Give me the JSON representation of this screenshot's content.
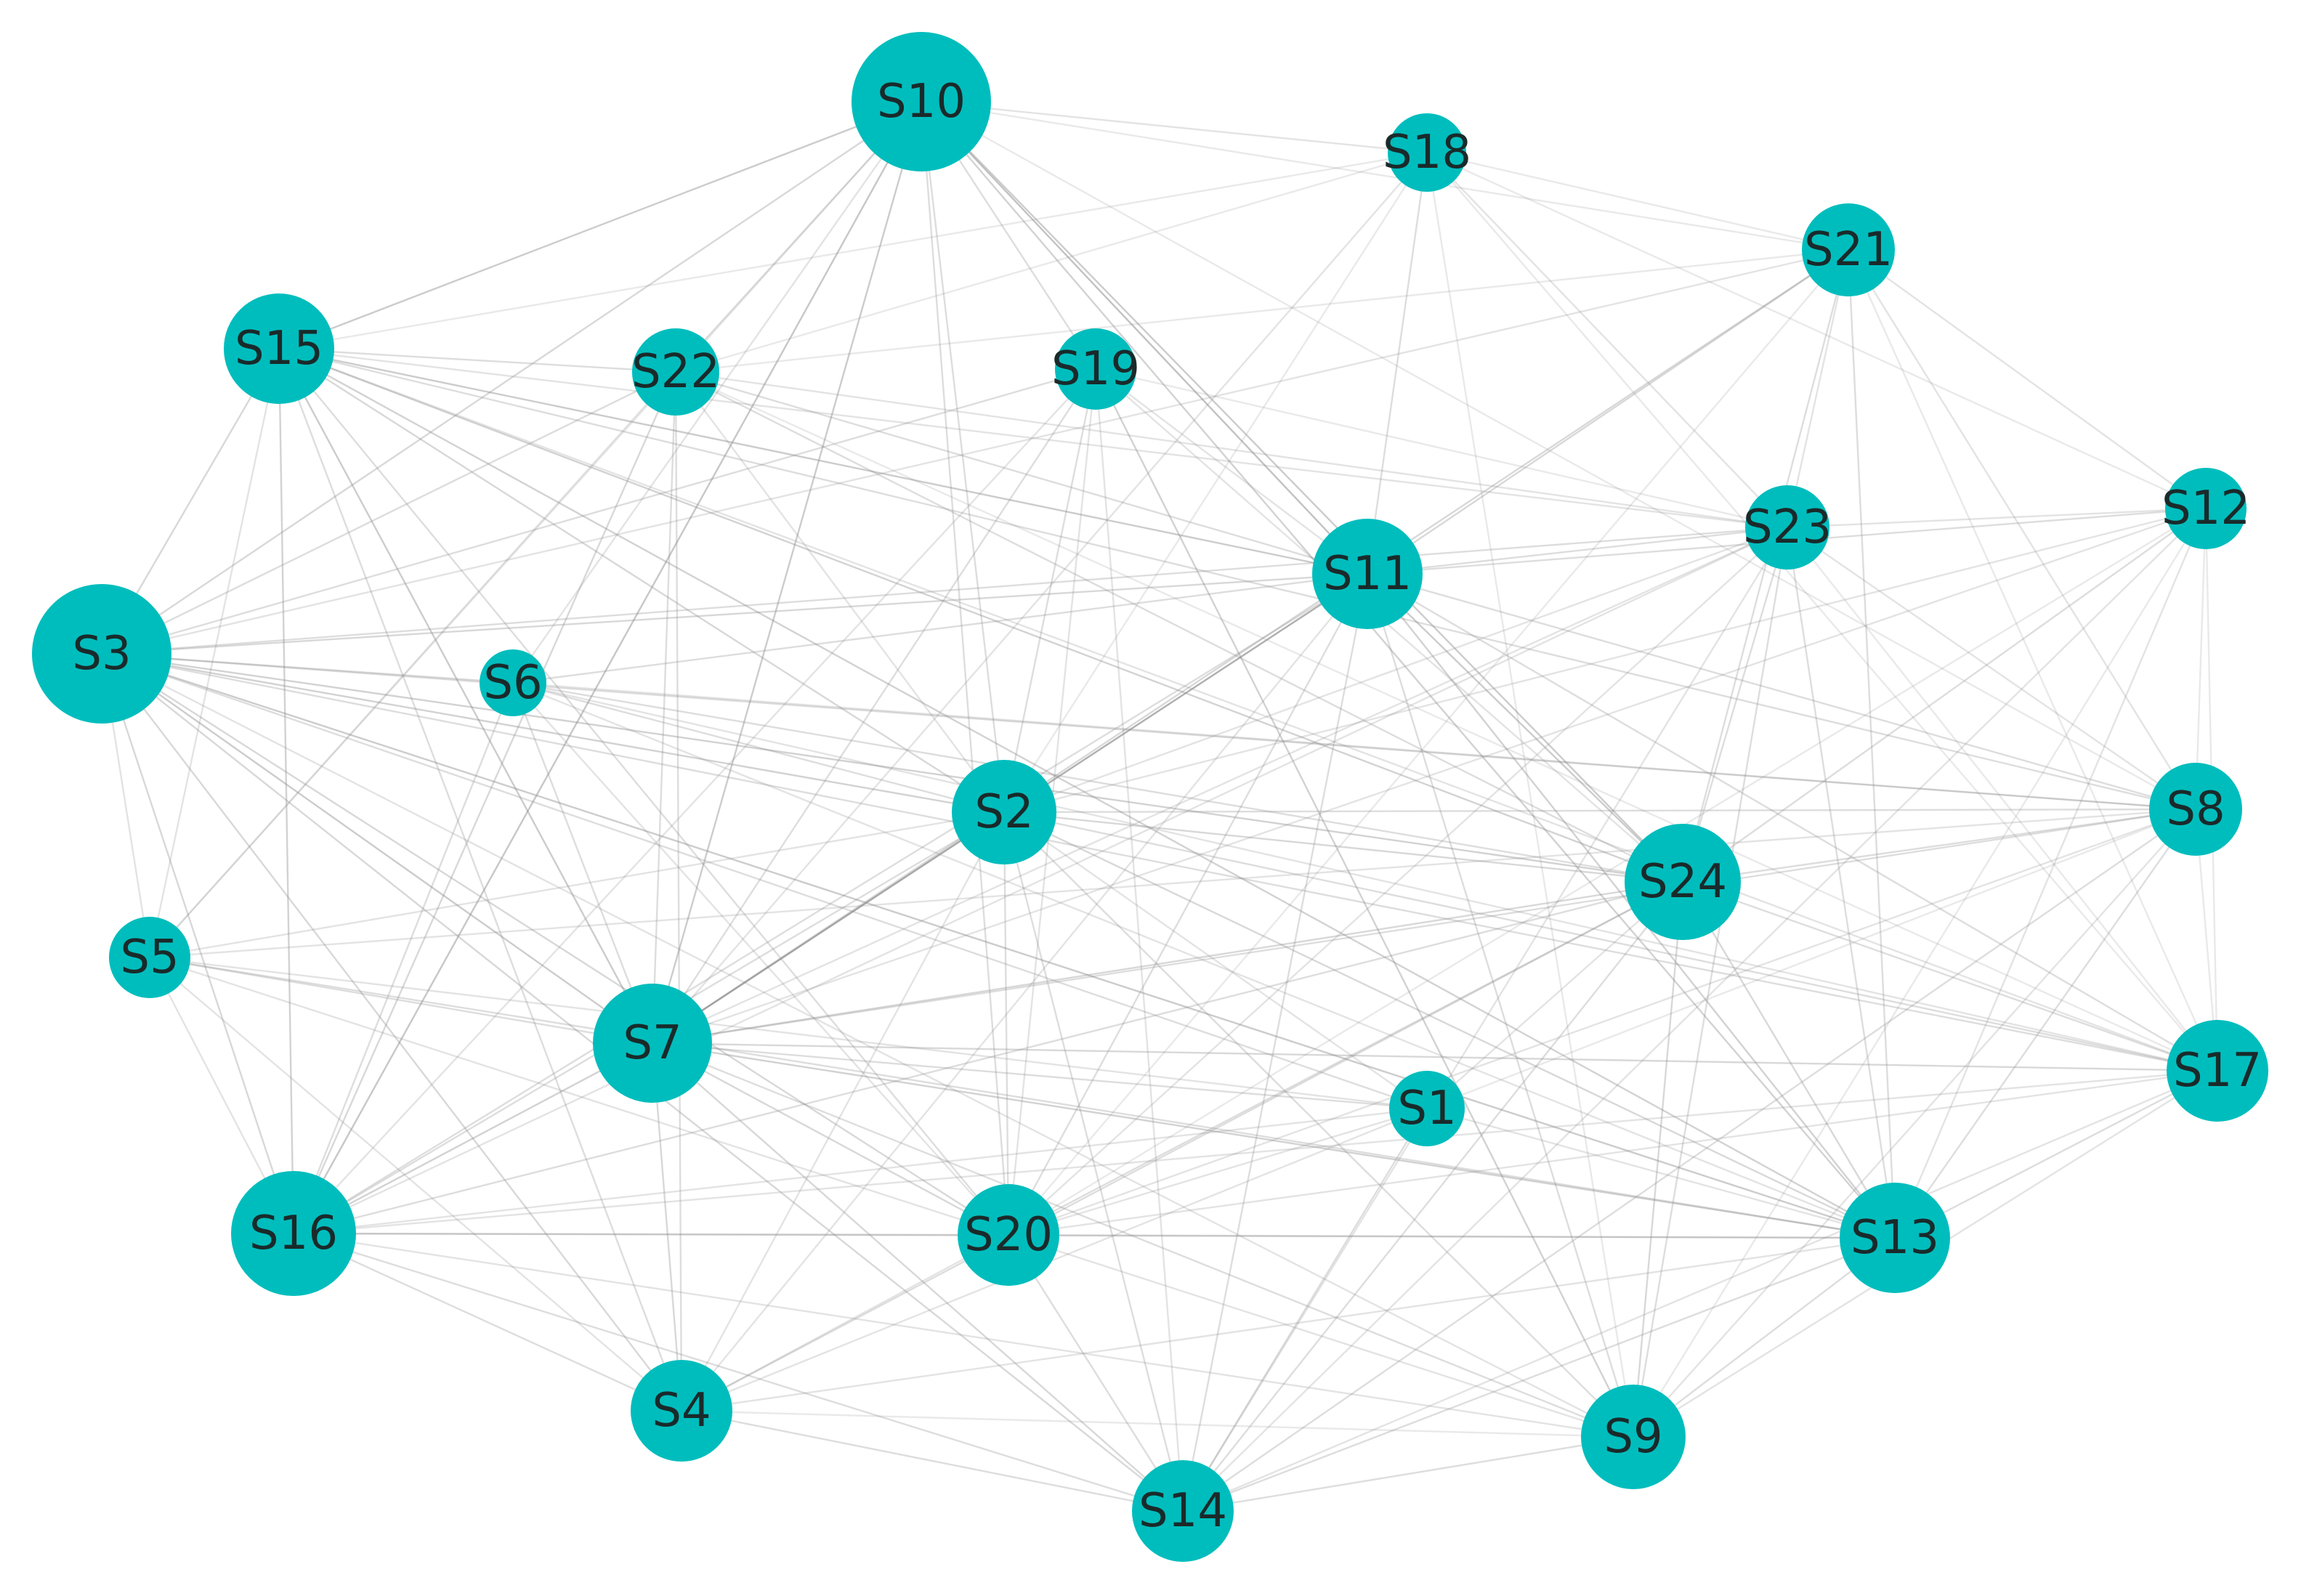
{
  "colors": {
    "node": "#00bdbd",
    "edge": "#8f8f8f",
    "label": "#1a2a2a",
    "background": "#ffffff"
  },
  "nodes": [
    {
      "id": "S10",
      "label": "S10"
    },
    {
      "id": "S18",
      "label": "S18"
    },
    {
      "id": "S21",
      "label": "S21"
    },
    {
      "id": "S15",
      "label": "S15"
    },
    {
      "id": "S22",
      "label": "S22"
    },
    {
      "id": "S19",
      "label": "S19"
    },
    {
      "id": "S12",
      "label": "S12"
    },
    {
      "id": "S23",
      "label": "S23"
    },
    {
      "id": "S11",
      "label": "S11"
    },
    {
      "id": "S3",
      "label": "S3"
    },
    {
      "id": "S6",
      "label": "S6"
    },
    {
      "id": "S2",
      "label": "S2"
    },
    {
      "id": "S8",
      "label": "S8"
    },
    {
      "id": "S24",
      "label": "S24"
    },
    {
      "id": "S5",
      "label": "S5"
    },
    {
      "id": "S7",
      "label": "S7"
    },
    {
      "id": "S17",
      "label": "S17"
    },
    {
      "id": "S1",
      "label": "S1"
    },
    {
      "id": "S16",
      "label": "S16"
    },
    {
      "id": "S20",
      "label": "S20"
    },
    {
      "id": "S13",
      "label": "S13"
    },
    {
      "id": "S4",
      "label": "S4"
    },
    {
      "id": "S9",
      "label": "S9"
    },
    {
      "id": "S14",
      "label": "S14"
    }
  ],
  "edges": [
    [
      "S10",
      "S18",
      0.25
    ],
    [
      "S10",
      "S15",
      0.45
    ],
    [
      "S10",
      "S22",
      0.3
    ],
    [
      "S10",
      "S19",
      0.3
    ],
    [
      "S10",
      "S11",
      0.55
    ],
    [
      "S10",
      "S3",
      0.35
    ],
    [
      "S10",
      "S7",
      0.45
    ],
    [
      "S10",
      "S16",
      0.5
    ],
    [
      "S10",
      "S2",
      0.3
    ],
    [
      "S10",
      "S24",
      0.45
    ],
    [
      "S10",
      "S13",
      0.4
    ],
    [
      "S10",
      "S20",
      0.3
    ],
    [
      "S10",
      "S6",
      0.25
    ],
    [
      "S10",
      "S8",
      0.2
    ],
    [
      "S10",
      "S21",
      0.2
    ],
    [
      "S10",
      "S5",
      0.2
    ],
    [
      "S18",
      "S21",
      0.2
    ],
    [
      "S18",
      "S11",
      0.3
    ],
    [
      "S18",
      "S22",
      0.2
    ],
    [
      "S18",
      "S7",
      0.25
    ],
    [
      "S18",
      "S12",
      0.2
    ],
    [
      "S18",
      "S23",
      0.25
    ],
    [
      "S18",
      "S2",
      0.2
    ],
    [
      "S18",
      "S9",
      0.2
    ],
    [
      "S18",
      "S17",
      0.2
    ],
    [
      "S18",
      "S15",
      0.2
    ],
    [
      "S21",
      "S11",
      0.35
    ],
    [
      "S21",
      "S7",
      0.35
    ],
    [
      "S21",
      "S12",
      0.25
    ],
    [
      "S21",
      "S23",
      0.25
    ],
    [
      "S21",
      "S24",
      0.3
    ],
    [
      "S21",
      "S13",
      0.3
    ],
    [
      "S21",
      "S3",
      0.25
    ],
    [
      "S21",
      "S22",
      0.2
    ],
    [
      "S21",
      "S20",
      0.2
    ],
    [
      "S21",
      "S17",
      0.2
    ],
    [
      "S21",
      "S8",
      0.25
    ],
    [
      "S15",
      "S22",
      0.3
    ],
    [
      "S15",
      "S11",
      0.45
    ],
    [
      "S15",
      "S3",
      0.35
    ],
    [
      "S15",
      "S16",
      0.4
    ],
    [
      "S15",
      "S7",
      0.45
    ],
    [
      "S15",
      "S24",
      0.4
    ],
    [
      "S15",
      "S13",
      0.4
    ],
    [
      "S15",
      "S2",
      0.35
    ],
    [
      "S15",
      "S8",
      0.3
    ],
    [
      "S15",
      "S20",
      0.3
    ],
    [
      "S15",
      "S5",
      0.25
    ],
    [
      "S15",
      "S4",
      0.3
    ],
    [
      "S15",
      "S17",
      0.25
    ],
    [
      "S15",
      "S23",
      0.25
    ],
    [
      "S22",
      "S16",
      0.35
    ],
    [
      "S22",
      "S4",
      0.3
    ],
    [
      "S22",
      "S11",
      0.3
    ],
    [
      "S22",
      "S23",
      0.25
    ],
    [
      "S22",
      "S3",
      0.3
    ],
    [
      "S22",
      "S7",
      0.3
    ],
    [
      "S22",
      "S24",
      0.3
    ],
    [
      "S22",
      "S2",
      0.25
    ],
    [
      "S22",
      "S5",
      0.25
    ],
    [
      "S22",
      "S17",
      0.2
    ],
    [
      "S19",
      "S2",
      0.3
    ],
    [
      "S19",
      "S9",
      0.4
    ],
    [
      "S19",
      "S7",
      0.3
    ],
    [
      "S19",
      "S11",
      0.25
    ],
    [
      "S19",
      "S3",
      0.3
    ],
    [
      "S19",
      "S16",
      0.25
    ],
    [
      "S19",
      "S14",
      0.25
    ],
    [
      "S19",
      "S24",
      0.25
    ],
    [
      "S19",
      "S20",
      0.25
    ],
    [
      "S19",
      "S23",
      0.2
    ],
    [
      "S12",
      "S23",
      0.25
    ],
    [
      "S12",
      "S11",
      0.3
    ],
    [
      "S12",
      "S24",
      0.3
    ],
    [
      "S12",
      "S13",
      0.25
    ],
    [
      "S12",
      "S17",
      0.2
    ],
    [
      "S12",
      "S14",
      0.25
    ],
    [
      "S12",
      "S7",
      0.25
    ],
    [
      "S12",
      "S9",
      0.2
    ],
    [
      "S12",
      "S8",
      0.2
    ],
    [
      "S12",
      "S2",
      0.25
    ],
    [
      "S12",
      "S20",
      0.2
    ],
    [
      "S23",
      "S11",
      0.3
    ],
    [
      "S23",
      "S24",
      0.3
    ],
    [
      "S23",
      "S9",
      0.3
    ],
    [
      "S23",
      "S13",
      0.3
    ],
    [
      "S23",
      "S20",
      0.25
    ],
    [
      "S23",
      "S2",
      0.25
    ],
    [
      "S23",
      "S3",
      0.3
    ],
    [
      "S23",
      "S16",
      0.25
    ],
    [
      "S23",
      "S14",
      0.25
    ],
    [
      "S23",
      "S17",
      0.2
    ],
    [
      "S23",
      "S8",
      0.25
    ],
    [
      "S23",
      "S7",
      0.25
    ],
    [
      "S11",
      "S3",
      0.35
    ],
    [
      "S11",
      "S7",
      0.55
    ],
    [
      "S11",
      "S24",
      0.45
    ],
    [
      "S11",
      "S13",
      0.4
    ],
    [
      "S11",
      "S2",
      0.35
    ],
    [
      "S11",
      "S9",
      0.3
    ],
    [
      "S11",
      "S17",
      0.3
    ],
    [
      "S11",
      "S8",
      0.3
    ],
    [
      "S11",
      "S16",
      0.3
    ],
    [
      "S11",
      "S20",
      0.3
    ],
    [
      "S11",
      "S14",
      0.3
    ],
    [
      "S11",
      "S4",
      0.25
    ],
    [
      "S11",
      "S6",
      0.3
    ],
    [
      "S3",
      "S6",
      0.35
    ],
    [
      "S3",
      "S2",
      0.4
    ],
    [
      "S3",
      "S5",
      0.25
    ],
    [
      "S3",
      "S7",
      0.45
    ],
    [
      "S3",
      "S16",
      0.35
    ],
    [
      "S3",
      "S24",
      0.4
    ],
    [
      "S3",
      "S13",
      0.45
    ],
    [
      "S3",
      "S4",
      0.35
    ],
    [
      "S3",
      "S14",
      0.35
    ],
    [
      "S3",
      "S8",
      0.3
    ],
    [
      "S3",
      "S20",
      0.35
    ],
    [
      "S3",
      "S17",
      0.3
    ],
    [
      "S3",
      "S9",
      0.25
    ],
    [
      "S3",
      "S1",
      0.3
    ],
    [
      "S6",
      "S16",
      0.3
    ],
    [
      "S6",
      "S7",
      0.3
    ],
    [
      "S6",
      "S24",
      0.3
    ],
    [
      "S6",
      "S2",
      0.3
    ],
    [
      "S6",
      "S8",
      0.25
    ],
    [
      "S6",
      "S13",
      0.25
    ],
    [
      "S6",
      "S17",
      0.25
    ],
    [
      "S6",
      "S20",
      0.25
    ],
    [
      "S2",
      "S7",
      0.5
    ],
    [
      "S2",
      "S20",
      0.3
    ],
    [
      "S2",
      "S24",
      0.35
    ],
    [
      "S2",
      "S8",
      0.3
    ],
    [
      "S2",
      "S13",
      0.35
    ],
    [
      "S2",
      "S17",
      0.3
    ],
    [
      "S2",
      "S14",
      0.3
    ],
    [
      "S2",
      "S16",
      0.3
    ],
    [
      "S2",
      "S9",
      0.3
    ],
    [
      "S2",
      "S5",
      0.25
    ],
    [
      "S2",
      "S4",
      0.25
    ],
    [
      "S2",
      "S1",
      0.25
    ],
    [
      "S8",
      "S24",
      0.3
    ],
    [
      "S8",
      "S7",
      0.3
    ],
    [
      "S8",
      "S17",
      0.2
    ],
    [
      "S8",
      "S13",
      0.3
    ],
    [
      "S8",
      "S9",
      0.25
    ],
    [
      "S8",
      "S14",
      0.3
    ],
    [
      "S8",
      "S20",
      0.25
    ],
    [
      "S8",
      "S1",
      0.2
    ],
    [
      "S8",
      "S5",
      0.25
    ],
    [
      "S24",
      "S7",
      0.35
    ],
    [
      "S24",
      "S20",
      0.3
    ],
    [
      "S24",
      "S13",
      0.35
    ],
    [
      "S24",
      "S9",
      0.35
    ],
    [
      "S24",
      "S14",
      0.3
    ],
    [
      "S24",
      "S17",
      0.3
    ],
    [
      "S24",
      "S16",
      0.3
    ],
    [
      "S24",
      "S4",
      0.3
    ],
    [
      "S24",
      "S1",
      0.25
    ],
    [
      "S5",
      "S16",
      0.25
    ],
    [
      "S5",
      "S7",
      0.3
    ],
    [
      "S5",
      "S13",
      0.3
    ],
    [
      "S5",
      "S4",
      0.25
    ],
    [
      "S5",
      "S20",
      0.25
    ],
    [
      "S5",
      "S1",
      0.25
    ],
    [
      "S7",
      "S16",
      0.4
    ],
    [
      "S7",
      "S20",
      0.35
    ],
    [
      "S7",
      "S13",
      0.4
    ],
    [
      "S7",
      "S14",
      0.35
    ],
    [
      "S7",
      "S4",
      0.35
    ],
    [
      "S7",
      "S17",
      0.35
    ],
    [
      "S7",
      "S9",
      0.3
    ],
    [
      "S7",
      "S1",
      0.3
    ],
    [
      "S17",
      "S13",
      0.3
    ],
    [
      "S17",
      "S9",
      0.25
    ],
    [
      "S17",
      "S14",
      0.25
    ],
    [
      "S17",
      "S16",
      0.25
    ],
    [
      "S17",
      "S20",
      0.25
    ],
    [
      "S1",
      "S14",
      0.3
    ],
    [
      "S1",
      "S4",
      0.25
    ],
    [
      "S1",
      "S13",
      0.25
    ],
    [
      "S1",
      "S20",
      0.25
    ],
    [
      "S1",
      "S16",
      0.25
    ],
    [
      "S16",
      "S20",
      0.3
    ],
    [
      "S16",
      "S4",
      0.3
    ],
    [
      "S16",
      "S13",
      0.3
    ],
    [
      "S16",
      "S14",
      0.3
    ],
    [
      "S16",
      "S9",
      0.25
    ],
    [
      "S20",
      "S13",
      0.3
    ],
    [
      "S20",
      "S4",
      0.25
    ],
    [
      "S20",
      "S14",
      0.3
    ],
    [
      "S20",
      "S9",
      0.25
    ],
    [
      "S13",
      "S9",
      0.3
    ],
    [
      "S13",
      "S14",
      0.3
    ],
    [
      "S13",
      "S4",
      0.25
    ],
    [
      "S4",
      "S14",
      0.3
    ],
    [
      "S9",
      "S14",
      0.3
    ],
    [
      "S4",
      "S9",
      0.2
    ]
  ]
}
